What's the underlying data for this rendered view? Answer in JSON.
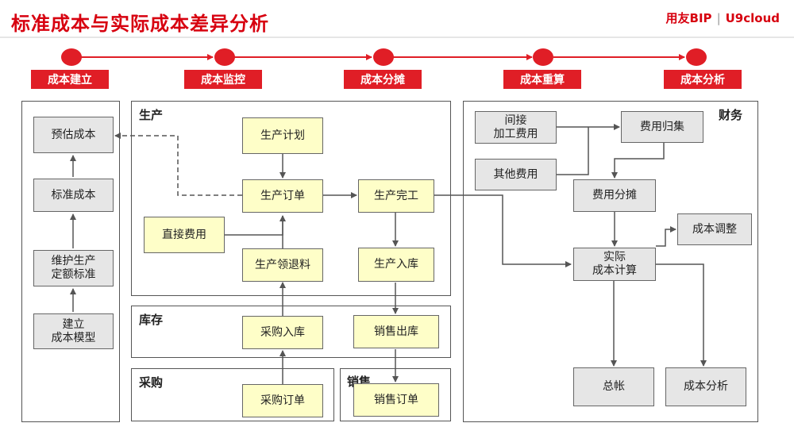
{
  "header": {
    "title": "标准成本与实际成本差异分析",
    "logo_brand": "用友BIP",
    "logo_separator": "|",
    "logo_product": "U9cloud"
  },
  "timeline": {
    "stages": [
      "成本建立",
      "成本监控",
      "成本分摊",
      "成本重算",
      "成本分析"
    ]
  },
  "panels": {
    "production": "生产",
    "inventory": "库存",
    "purchase": "采购",
    "sales": "销售",
    "finance": "财务"
  },
  "nodes": {
    "estimated_cost": "预估成本",
    "standard_cost": "标准成本",
    "maintain_norm": "维护生产\n定额标准",
    "build_model": "建立\n成本模型",
    "production_plan": "生产计划",
    "production_order": "生产订单",
    "production_complete": "生产完工",
    "direct_expense": "直接费用",
    "production_material": "生产领退料",
    "production_receipt": "生产入库",
    "purchase_receipt": "采购入库",
    "sales_issue": "销售出库",
    "purchase_order": "采购订单",
    "sales_order": "销售订单",
    "indirect_expense": "间接\n加工费用",
    "other_expense": "其他费用",
    "expense_collection": "费用归集",
    "expense_allocation": "费用分摊",
    "cost_adjustment": "成本调整",
    "actual_cost_calc": "实际\n成本计算",
    "general_ledger": "总帐",
    "cost_analysis": "成本分析"
  }
}
